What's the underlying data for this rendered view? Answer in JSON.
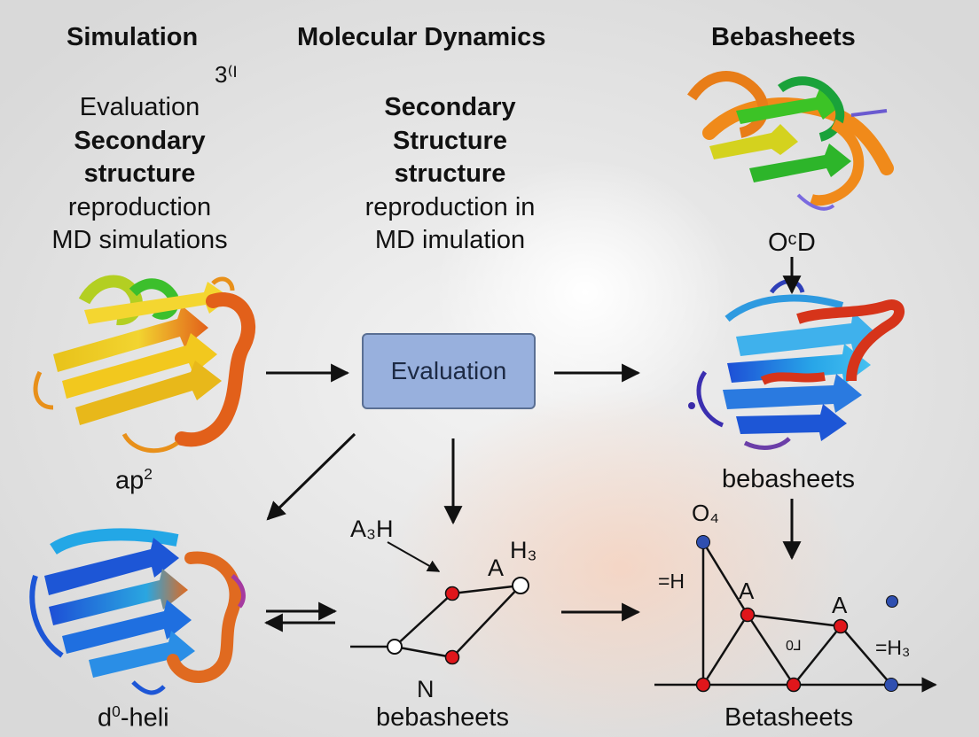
{
  "headers": {
    "left": "Simulation",
    "center": "Molecular Dynamics",
    "right": "Bebasheets"
  },
  "left_note": "3⁽ᴵ",
  "left_text": {
    "line1": "Evaluation",
    "line2": "Secondary",
    "line3": "structure",
    "line4": "reproduction",
    "line5": "MD simulations"
  },
  "center_text": {
    "line1": "Secondary",
    "line2": "Structure",
    "line3": "structure",
    "line4": "reproduction in",
    "line5": "MD imulation"
  },
  "evaluation_box": "Evaluation",
  "labels": {
    "ap": "ap",
    "ap_sup": "2",
    "od": "OᶜD",
    "bebasheets_right": "bebasheets",
    "d0_base": "d",
    "d0_sup": "0",
    "d0_rest": "-heli",
    "bebasheets_bottom": "bebasheets",
    "betasheets_bottom": "Betasheets"
  },
  "network_center": {
    "a3h": "A₃H",
    "a": "A",
    "h3": "H₃",
    "n": "N"
  },
  "network_right": {
    "o4": "O₄",
    "eq_h": "=H",
    "a1": "A",
    "a2": "A",
    "mid": "0⅃",
    "eq_h3": "=H₃"
  },
  "colors": {
    "box_fill": "#98b0dd",
    "node_red": "#e0161b",
    "node_blue": "#2f4fb0",
    "node_white": "#ffffff"
  },
  "icons": [
    "protein-ribbon-yellow-orange",
    "protein-ribbon-green-orange",
    "protein-ribbon-blue-red",
    "protein-ribbon-blue-orange"
  ]
}
